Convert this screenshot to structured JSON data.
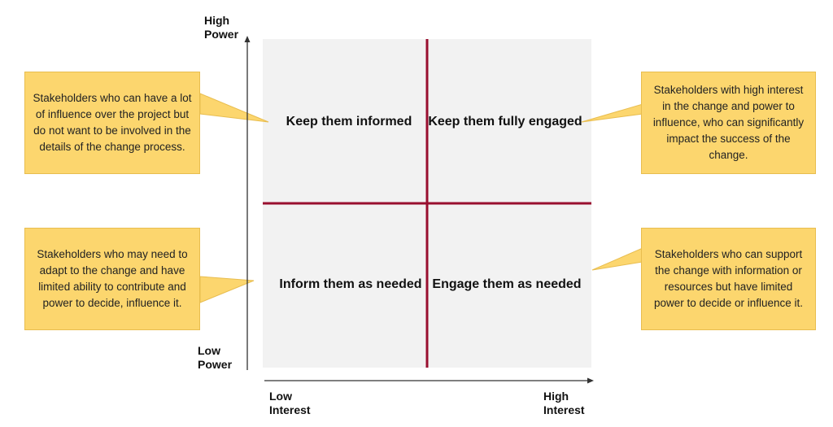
{
  "quadrants": {
    "top_left": "Keep them informed",
    "top_right": "Keep them fully engaged",
    "bottom_left": "Inform them as needed",
    "bottom_right": "Engage them as needed"
  },
  "callouts": {
    "top_left": "Stakeholders who can have a lot of influence over the project but do not want to be involved in the details of the change process.",
    "top_right": "Stakeholders with high interest in the change and power to influence, who can significantly impact the success of the change.",
    "bottom_left": "Stakeholders who may need to adapt to the change and have limited ability to contribute and power to decide, influence it.",
    "bottom_right": "Stakeholders who can support the change with information or resources but have limited power to decide or influence it."
  },
  "axes": {
    "y_high": "High Power",
    "y_low": "Low Power",
    "x_low": "Low Interest",
    "x_high": "High Interest"
  },
  "colors": {
    "quadrant_bg": "#f2f2f2",
    "divider": "#990f2f",
    "callout_fill": "#fcd66e",
    "callout_border": "#e8bd4f",
    "axis": "#333333"
  }
}
